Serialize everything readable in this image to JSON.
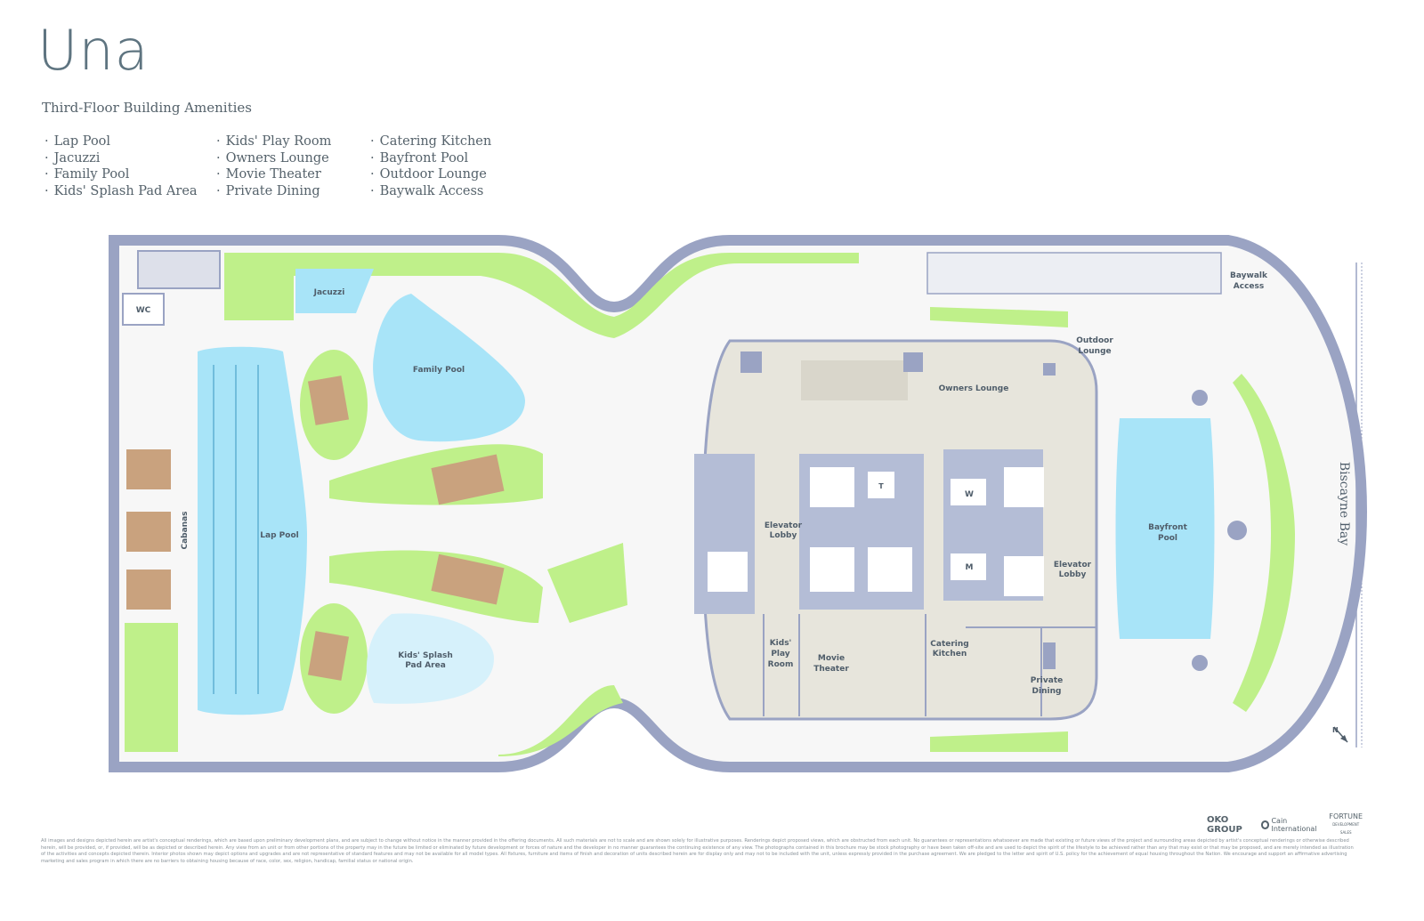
{
  "header": {
    "logo": "Una",
    "subtitle": "Third-Floor Building Amenities"
  },
  "amenities": {
    "col1": [
      "Lap Pool",
      "Jacuzzi",
      "Family Pool",
      "Kids' Splash Pad Area"
    ],
    "col2": [
      "Kids' Play Room",
      "Owners Lounge",
      "Movie Theater",
      "Private Dining"
    ],
    "col3": [
      "Catering Kitchen",
      "Bayfront Pool",
      "Outdoor Lounge",
      "Baywalk Access"
    ]
  },
  "plan_labels": {
    "wc": "WC",
    "jacuzzi": "Jacuzzi",
    "family_pool": "Family Pool",
    "lap_pool": "Lap Pool",
    "cabanas": "Cabanas",
    "kids_splash_1": "Kids' Splash",
    "kids_splash_2": "Pad Area",
    "elevator_lobby_a_1": "Elevator",
    "elevator_lobby_a_2": "Lobby",
    "elevator_lobby_b_1": "Elevator",
    "elevator_lobby_b_2": "Lobby",
    "owners_lounge": "Owners Lounge",
    "outdoor_lounge_1": "Outdoor",
    "outdoor_lounge_2": "Lounge",
    "baywalk_1": "Baywalk",
    "baywalk_2": "Access",
    "bayfront_1": "Bayfront",
    "bayfront_2": "Pool",
    "kids_play_1": "Kids'",
    "kids_play_2": "Play",
    "kids_play_3": "Room",
    "movie_1": "Movie",
    "movie_2": "Theater",
    "catering_1": "Catering",
    "catering_2": "Kitchen",
    "private_dining_1": "Private",
    "private_dining_2": "Dining",
    "restroom_w": "W",
    "restroom_m": "M",
    "elevator_t": "T",
    "biscayne_bay": "Biscayne Bay",
    "north": "N"
  },
  "brands": {
    "oko": "OKO GROUP",
    "cain": "Cain International",
    "fortune_1": "FORTUNE",
    "fortune_2": "DEVELOPMENT SALES"
  },
  "disclaimer": "All images and designs depicted herein are artist's conceptual renderings, which are based upon preliminary development plans, and are subject to change without notice in the manner provided in the offering documents. All such materials are not to scale and are shown solely for illustrative purposes. Renderings depict proposed views, which are obstructed from each unit. No guarantees or representations whatsoever are made that existing or future views of the project and surrounding areas depicted by artist's conceptual renderings or otherwise described herein, will be provided, or, if provided, will be as depicted or described herein. Any view from an unit or from other portions of the property may in the future be limited or eliminated by future development or forces of nature and the developer in no manner guarantees the continuing existence of any view. The photographs contained in this brochure may be stock photography or have been taken off-site and are used to depict the spirit of the lifestyle to be achieved rather than any that may exist or that may be proposed, and are merely intended as illustration of the activities and concepts depicted therein. Interior photos shown may depict options and upgrades and are not representative of standard features and may not be available for all model types. All fixtures, furniture and items of finish and decoration of units described herein are for display only and may not to be included with the unit, unless expressly provided in the purchase agreement. We are pledged to the letter and spirit of U.S. policy for the achievement of equal housing throughout the Nation. We encourage and support an affirmative advertising marketing and sales program in which there are no barriers to obtaining housing because of race, color, sex, religion, handicap, familial status or national origin.",
  "colors": {
    "wall": "#9aa3c3",
    "lawn": "#bff08a",
    "water": "#a8e4f8",
    "floor": "#e7e5dc",
    "core": "#b4bdd6",
    "deck": "#f7f7f7"
  }
}
